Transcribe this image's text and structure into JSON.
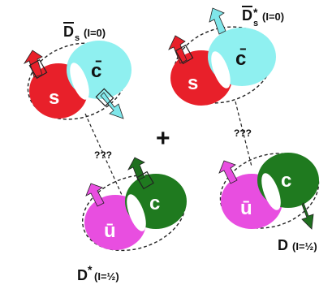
{
  "colors": {
    "strange": "#e8202a",
    "anticharm": "#8ff0f0",
    "antiup": "#e84ee0",
    "charm": "#1f7a1f",
    "spin_arrow_up": "#e8202a",
    "spin_arrow_cyan": "#7fe6ea",
    "spin_arrow_magenta": "#e84ee0",
    "spin_arrow_green": "#1f6f1f",
    "outline": "#222222"
  },
  "diagram": {
    "plus": "+",
    "unknown_link": "???",
    "mesons": {
      "ds": {
        "name": "D",
        "overbar": true,
        "sub": "s",
        "isospin": "(I=0)",
        "quark_left": "s",
        "quark_right": "c̄"
      },
      "ds_star": {
        "name": "D",
        "overbar": true,
        "sup": "*",
        "sub": "s",
        "isospin": "(I=0)",
        "quark_left": "s",
        "quark_right": "c̄"
      },
      "d_star": {
        "name": "D",
        "sup": "*",
        "isospin": "(I=½)",
        "quark_left": "ū",
        "quark_right": "c"
      },
      "d": {
        "name": "D",
        "isospin": "(I=½)",
        "quark_left": "ū",
        "quark_right": "c"
      }
    }
  }
}
